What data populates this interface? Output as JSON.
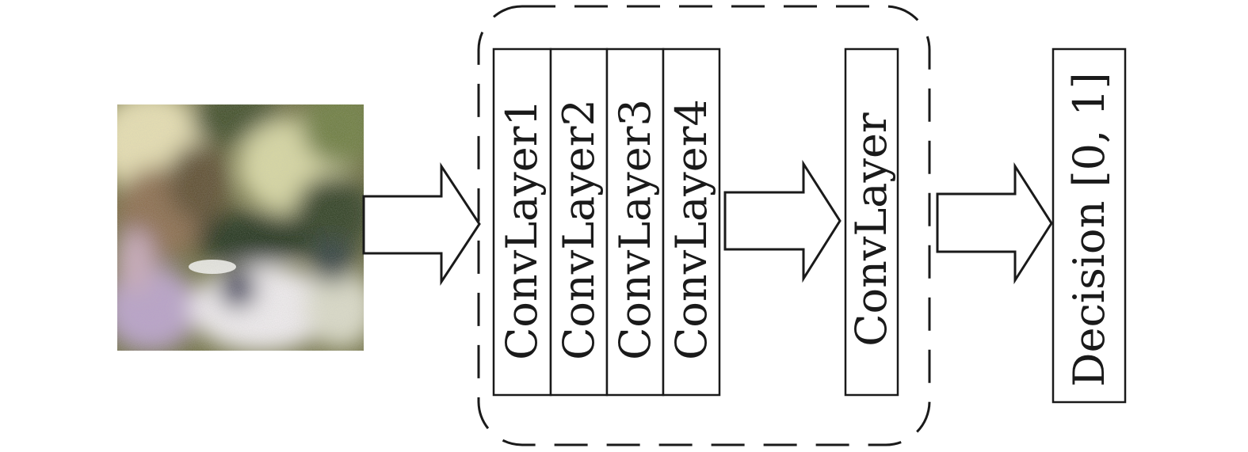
{
  "layers": {
    "conv1": "ConvLayer1",
    "conv2": "ConvLayer2",
    "conv3": "ConvLayer3",
    "conv4": "ConvLayer4",
    "conv": "ConvLayer"
  },
  "decision": "Decision [0, 1]",
  "input_image": {
    "description_icon": "photo-patch-icon",
    "palette": [
      "#e8e0b0",
      "#4a5a2a",
      "#1e2e14",
      "#8a6a4a",
      "#f2eef0",
      "#b8a0c8",
      "#6a7a3a",
      "#d8d8a0"
    ]
  }
}
